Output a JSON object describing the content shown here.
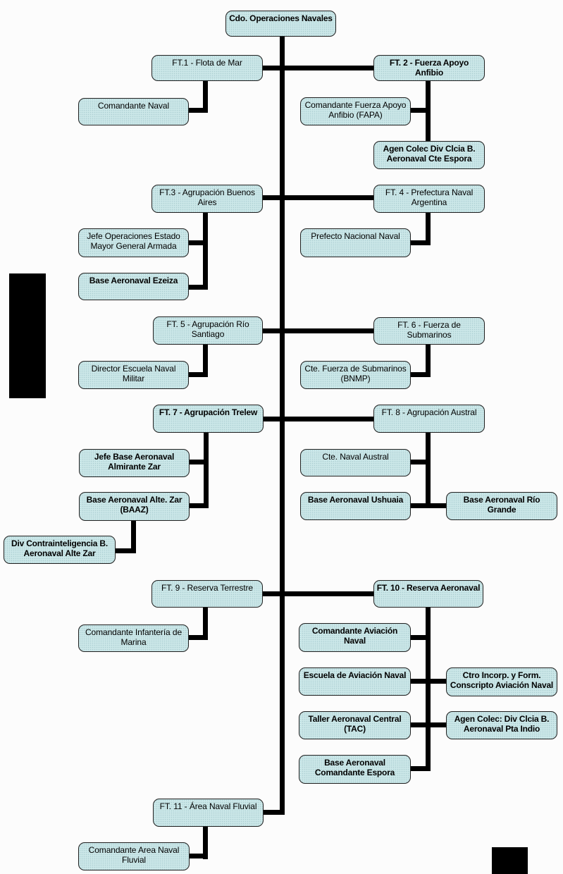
{
  "page": {
    "background": "#fcfcfc"
  },
  "colors": {
    "node_fill": "#cbe7e8",
    "node_border": "#1f1f1f",
    "connector": "#000000",
    "redaction": "#000000"
  },
  "org_chart": {
    "root": {
      "label": "Cdo.  Operaciones Navales"
    },
    "task_forces": [
      {
        "label": "FT.1 - Flota de Mar",
        "children": [
          "Comandante Naval"
        ]
      },
      {
        "label": "FT. 2 - Fuerza Apoyo Anfibio",
        "children": [
          "Comandante Fuerza Apoyo Anfibio (FAPA)",
          "Agen Colec Div Clcia  B. Aeronaval  Cte Espora"
        ]
      },
      {
        "label": "FT.3 - Agrupación Buenos Aires",
        "children": [
          "Jefe Operaciones Estado Mayor General Armada",
          "Base Aeronaval Ezeiza"
        ]
      },
      {
        "label": "FT. 4 - Prefectura Naval Argentina",
        "children": [
          "Prefecto Nacional Naval"
        ]
      },
      {
        "label": "FT. 5 - Agrupación Río Santiago",
        "children": [
          "Director Escuela Naval Militar"
        ]
      },
      {
        "label": "FT. 6 - Fuerza de Submarinos",
        "children": [
          "Cte. Fuerza de Submarinos (BNMP)"
        ]
      },
      {
        "label": "FT. 7 - Agrupación Trelew",
        "children": [
          "Jefe Base Aeronaval Almirante Zar",
          "Base Aeronaval Alte. Zar (BAAZ)",
          "Div Contrainteligencia B. Aeronaval Alte Zar"
        ]
      },
      {
        "label": "FT. 8 - Agrupación Austral",
        "children": [
          "Cte. Naval Austral",
          "Base Aeronaval Ushuaia",
          "Base Aeronaval Río Grande"
        ]
      },
      {
        "label": "FT. 9 - Reserva Terrestre",
        "children": [
          "Comandante Infantería de Marina"
        ]
      },
      {
        "label": "FT. 10 - Reserva Aeronaval",
        "children": [
          "Comandante Aviación Naval",
          "Escuela de Aviación Naval",
          "Ctro Incorp. y Form. Conscripto Aviación Naval",
          "Taller Aeronaval Central (TAC)",
          "Agen Colec: Div   Clcia B. Aeronaval Pta Indio",
          "Base Aeronaval Comandante Espora"
        ]
      },
      {
        "label": "FT. 11 - Área Naval Fluvial",
        "children": [
          "Comandante Area Naval Fluvial"
        ]
      }
    ]
  }
}
